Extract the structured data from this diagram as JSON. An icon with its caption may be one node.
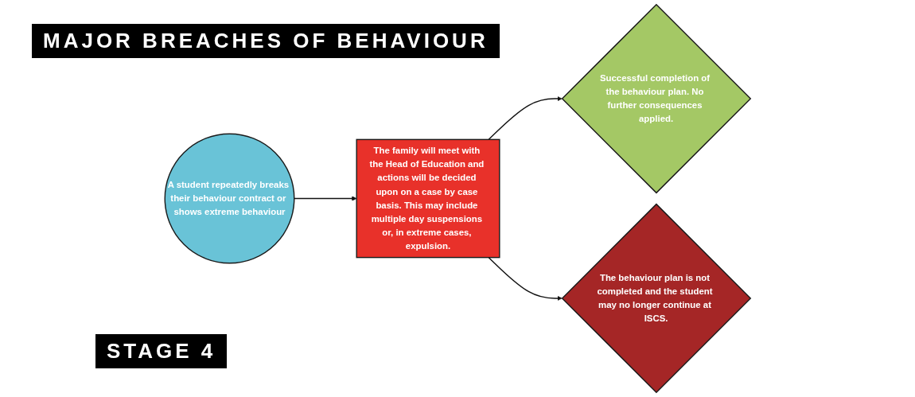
{
  "diagram": {
    "title": "MAJOR BREACHES OF BEHAVIOUR",
    "nodes": [
      {
        "text": [
          "A student repeatedly breaks their behaviour contract or shows extreme behaviour"
        ]
      },
      {
        "text": [
          "The family will meet with the Head of Education and actions will be decided upon on a case by case basis. This may include multiple day suspensions or, in extreme cases, expulsion."
        ]
      },
      {
        "text": [
          "Successful completion of the behaviour plan. No further consequences applied."
        ]
      },
      {
        "text": [
          "The behaviour plan is not completed and the student may no longer continue at ISCS."
        ]
      }
    ],
    "edges": [
      {
        "from": 0,
        "to": 1,
        "arrow": "to"
      },
      {
        "from": 1,
        "to": 2,
        "arrow": "to"
      },
      {
        "from": 1,
        "to": 3,
        "arrow": "to"
      }
    ],
    "labels": [
      "STAGE 4"
    ]
  }
}
